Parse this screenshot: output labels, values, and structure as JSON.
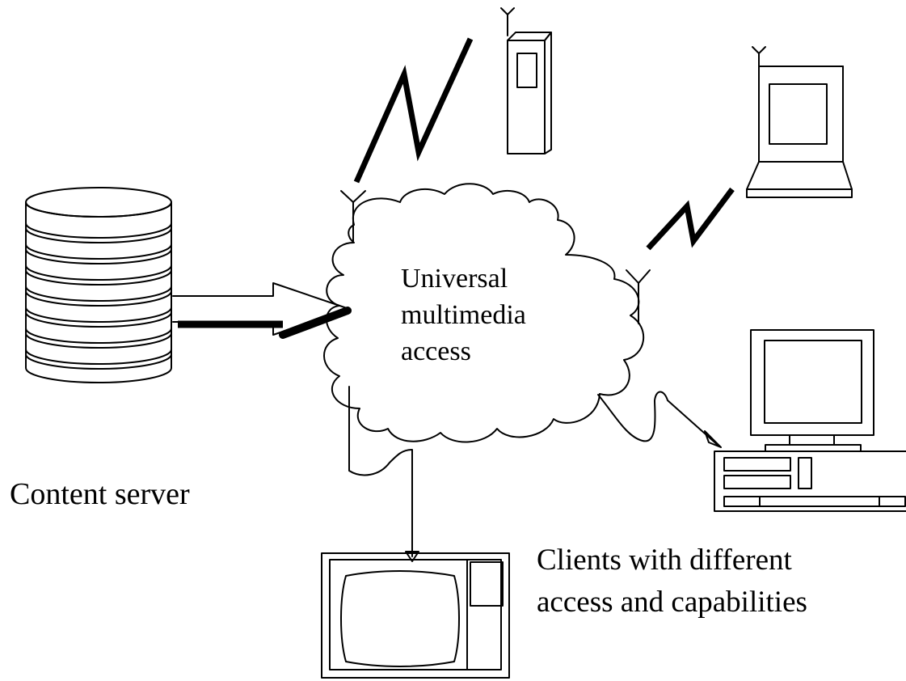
{
  "cloud": {
    "lines": [
      "Universal",
      "multimedia",
      "access"
    ]
  },
  "labels": {
    "server": "Content server",
    "clients": [
      "Clients with different",
      "access and capabilities"
    ]
  },
  "colors": {
    "ink": "#000000",
    "paper": "#ffffff"
  },
  "icons": [
    "database-icon",
    "cloud-icon",
    "mobile-phone-icon",
    "laptop-icon",
    "desktop-computer-icon",
    "television-icon",
    "antenna-icon",
    "wireless-link-icon",
    "arrow-icon"
  ]
}
